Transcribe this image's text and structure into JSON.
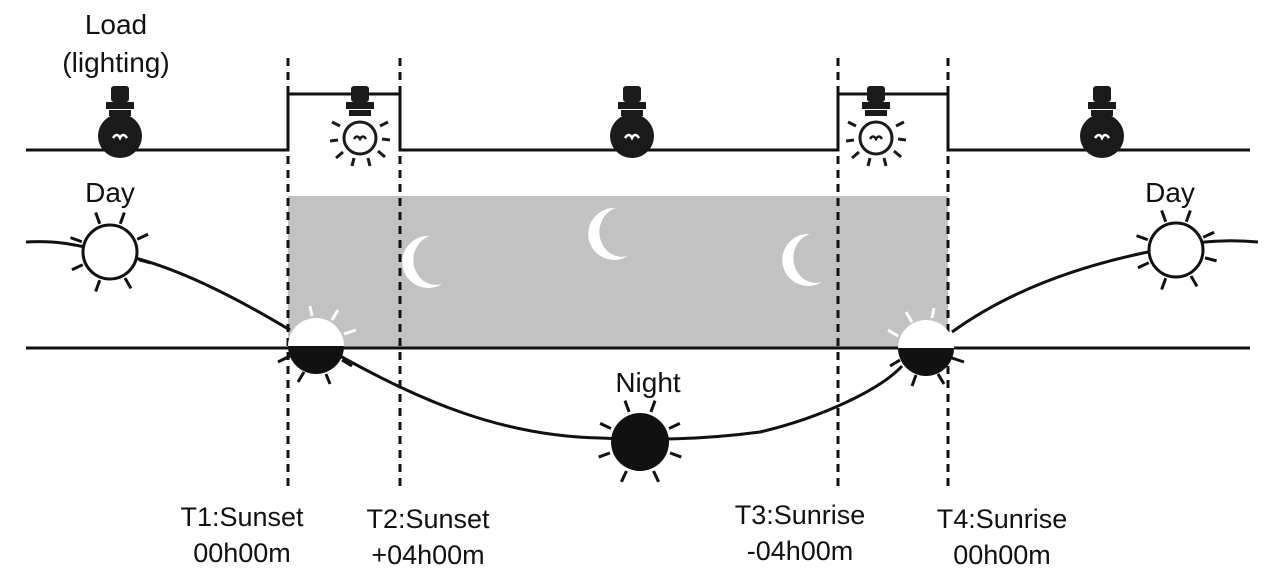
{
  "labels": {
    "load_line1": "Load",
    "load_line2": "(lighting)",
    "day_left": "Day",
    "day_right": "Day",
    "night": "Night"
  },
  "timepoints": [
    {
      "name": "T1:Sunset",
      "offset": "00h00m"
    },
    {
      "name": "T2:Sunset",
      "offset": "+04h00m"
    },
    {
      "name": "T3:Sunrise",
      "offset": "-04h00m"
    },
    {
      "name": "T4:Sunrise",
      "offset": "00h00m"
    }
  ],
  "load_states": [
    "off",
    "on",
    "off",
    "on",
    "off"
  ],
  "colors": {
    "line": "#111111",
    "night_band": "#c2c2c2",
    "moon": "#ffffff",
    "bulb_off": "#1a1a1a",
    "bulb_on": "#ffffff"
  }
}
